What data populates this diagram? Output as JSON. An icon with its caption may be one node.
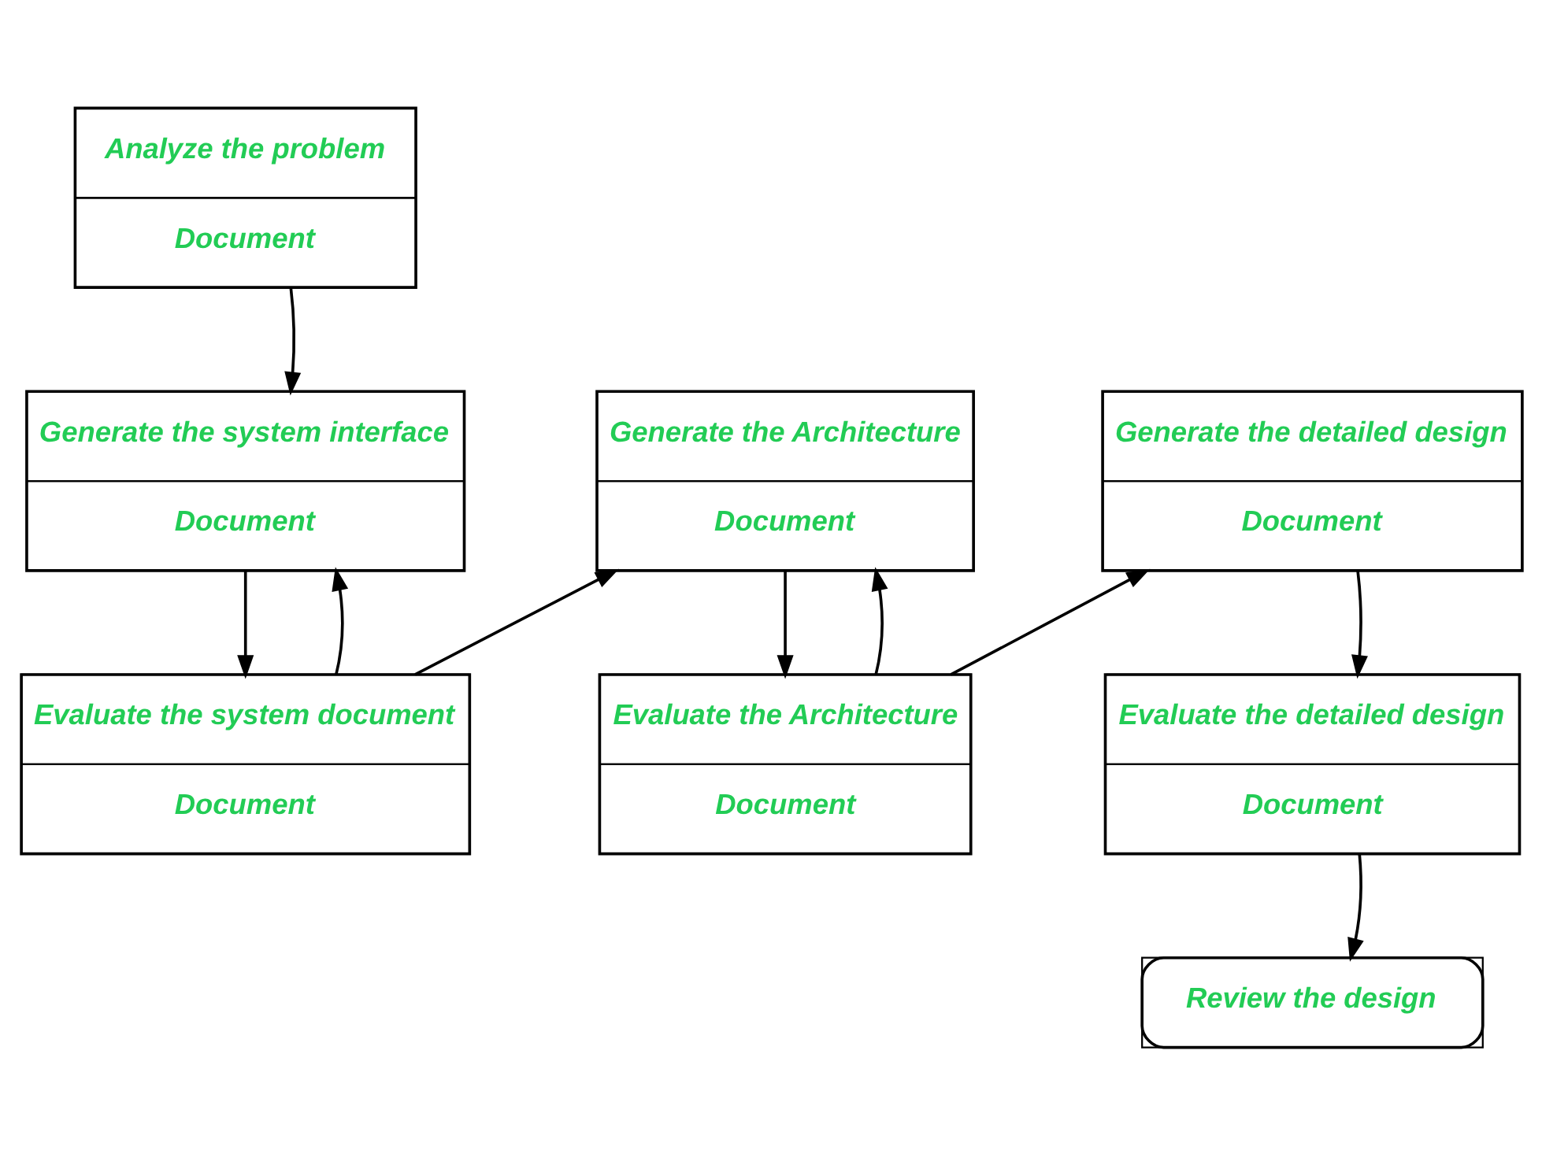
{
  "diagram": {
    "nodes": [
      {
        "text": [
          "Analyze the problem",
          "Document"
        ]
      },
      {
        "text": [
          "Generate the system interface",
          "Document"
        ]
      },
      {
        "text": [
          "Evaluate the system document",
          "Document"
        ]
      },
      {
        "text": [
          "Generate the Architecture",
          "Document"
        ]
      },
      {
        "text": [
          "Evaluate the Architecture",
          "Document"
        ]
      },
      {
        "text": [
          "Generate the detailed design",
          "Document"
        ]
      },
      {
        "text": [
          "Evaluate the detailed design",
          "Document"
        ]
      },
      {
        "text": [
          "Review the design"
        ]
      }
    ],
    "edges": [
      {
        "from": 0,
        "to": 1,
        "arrow": "to"
      },
      {
        "from": 1,
        "to": 2,
        "arrow": "to"
      },
      {
        "from": 2,
        "to": 1,
        "arrow": "to"
      },
      {
        "from": 2,
        "to": 3,
        "arrow": "to"
      },
      {
        "from": 3,
        "to": 4,
        "arrow": "to"
      },
      {
        "from": 4,
        "to": 3,
        "arrow": "to"
      },
      {
        "from": 4,
        "to": 5,
        "arrow": "to"
      },
      {
        "from": 5,
        "to": 6,
        "arrow": "to"
      },
      {
        "from": 6,
        "to": 7,
        "arrow": "to"
      }
    ]
  }
}
